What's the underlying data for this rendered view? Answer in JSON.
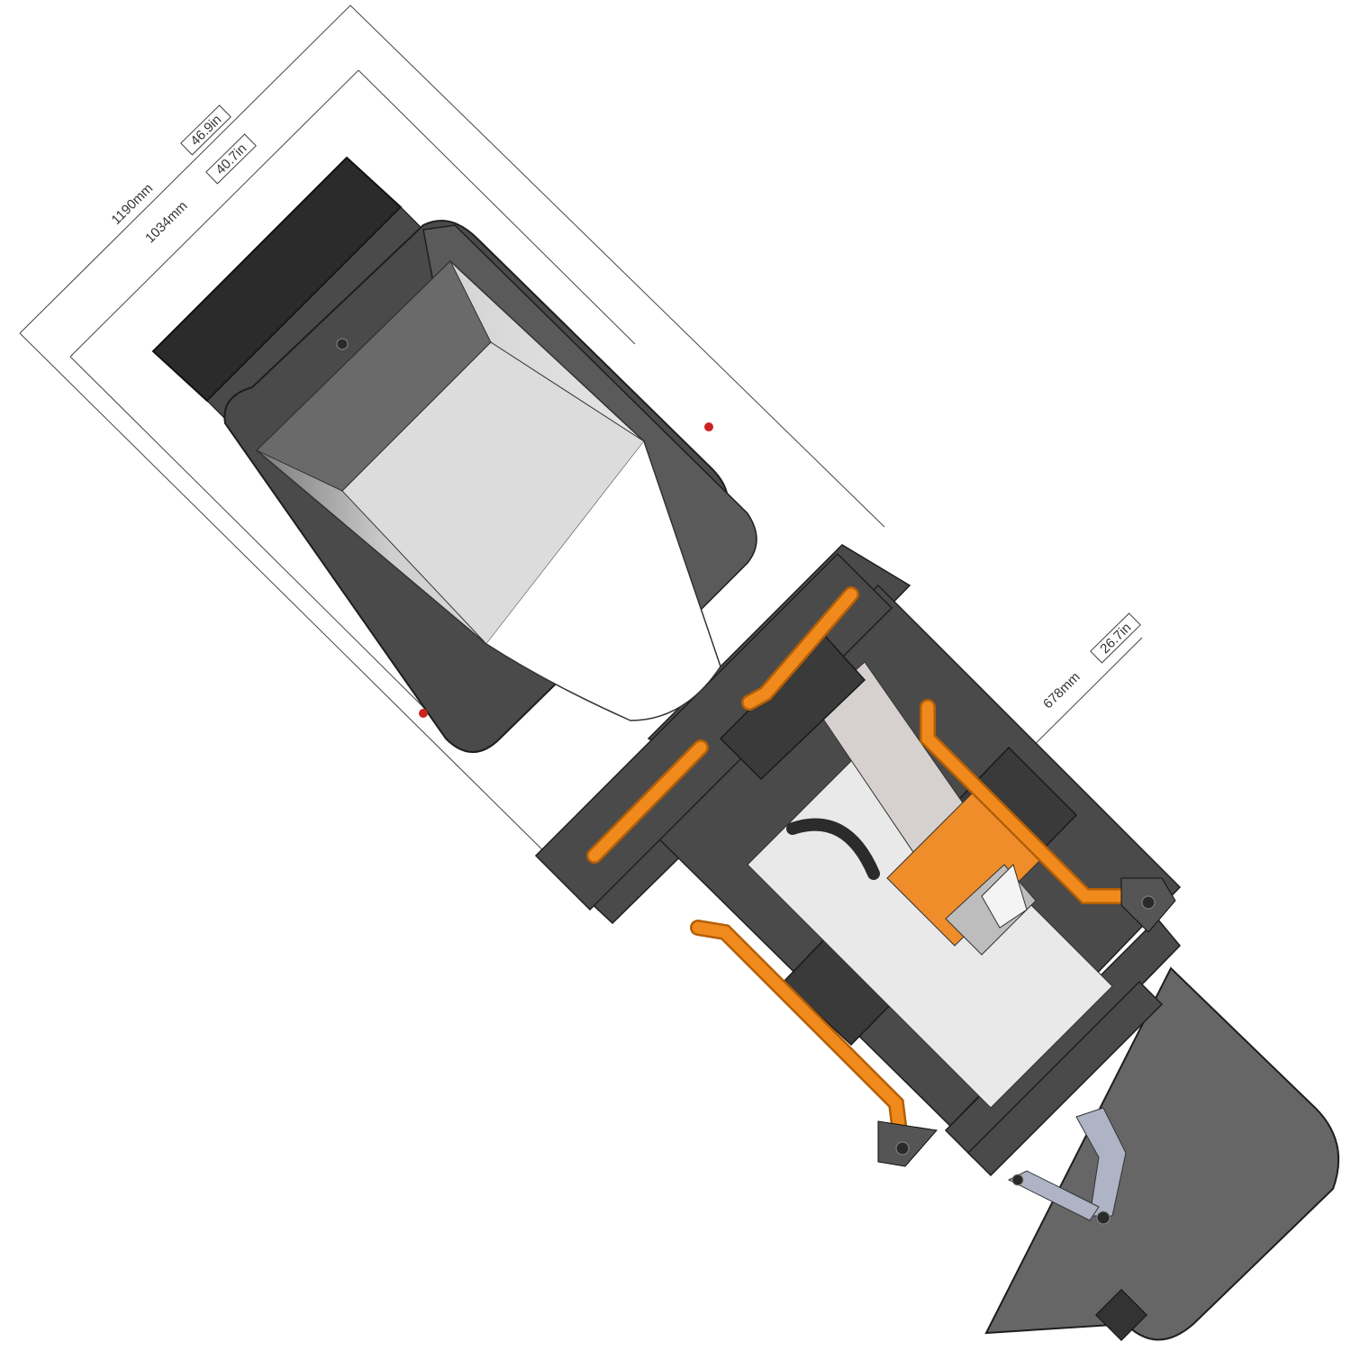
{
  "dimensions": [
    {
      "metric": "1190mm",
      "imperial": "46.9in"
    },
    {
      "metric": "1034mm",
      "imperial": "40.7in"
    },
    {
      "metric": "678mm",
      "imperial": "26.7in"
    }
  ],
  "colors": {
    "frame": "#4a4a4a",
    "frame_dark": "#2b2b2b",
    "tube": "#f08a1c",
    "tube_shadow": "#b35f07",
    "panel": "#e8e8e8",
    "gray_panel": "#d6d1ce",
    "accent_orange": "#ef8d2a"
  }
}
